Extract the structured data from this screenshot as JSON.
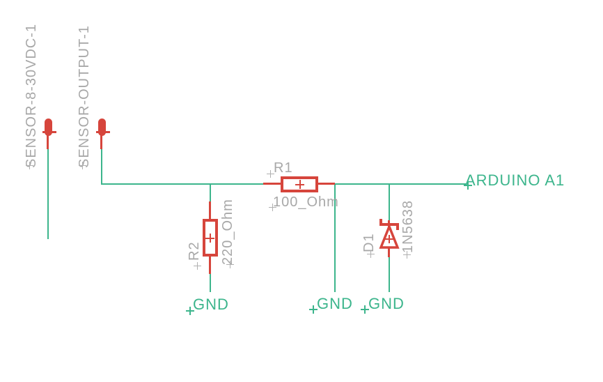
{
  "schematic": {
    "colors": {
      "wire": "#3cb58c",
      "component": "#d6453c",
      "label": "#a8a8a8",
      "background": "#ffffff"
    },
    "pins": [
      {
        "label": "SENSOR-8-30VDC-1"
      },
      {
        "label": "SENSOR-OUTPUT-1"
      }
    ],
    "components": [
      {
        "ref": "R1",
        "value": "100_Ohm",
        "type": "resistor"
      },
      {
        "ref": "R2",
        "value": "220_Ohm",
        "type": "resistor"
      },
      {
        "ref": "D1",
        "value": "1N5638",
        "type": "zener-diode"
      }
    ],
    "net_labels": {
      "arduino": "ARDUINO A1",
      "gnd_r2": "GND",
      "gnd_mid": "GND",
      "gnd_d1": "GND"
    }
  }
}
